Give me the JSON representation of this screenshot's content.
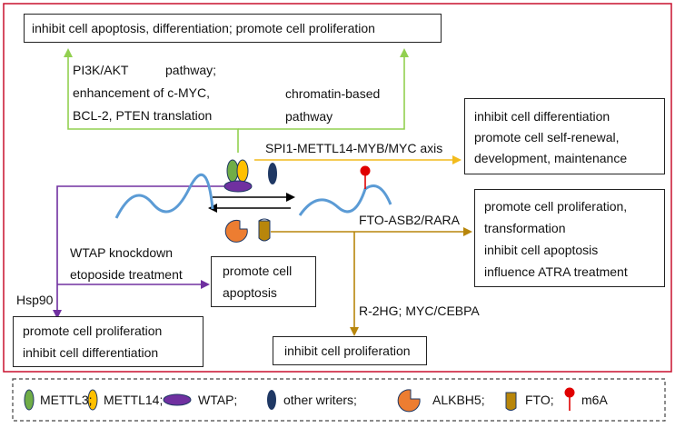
{
  "boxes": {
    "top": "inhibit cell apoptosis, differentiation; promote cell proliferation",
    "right_top": [
      "inhibit cell differentiation",
      "promote cell self-renewal,",
      "development, maintenance"
    ],
    "right_mid": [
      "promote cell proliferation,",
      "transformation",
      "inhibit cell apoptosis",
      "influence ATRA treatment"
    ],
    "apoptosis": [
      "promote cell",
      "apoptosis"
    ],
    "bottom_left": [
      "promote cell proliferation",
      "inhibit cell differentiation"
    ],
    "bottom_mid": "inhibit cell proliferation"
  },
  "labels": {
    "pi3k_1": "PI3K/AKT",
    "pi3k_2": "pathway;",
    "cmyc": "enhancement of c-MYC,",
    "bcl2": "BCL-2, PTEN translation",
    "chromatin_1": "chromatin-based",
    "chromatin_2": "pathway",
    "spi1": "SPI1-METTL14-MYB/MYC axis",
    "fto_asb2": "FTO-ASB2/RARA",
    "wtap_kd": "WTAP knockdown",
    "etoposide": "etoposide treatment",
    "hsp90": "Hsp90",
    "r2hg": "R-2HG; MYC/CEBPA"
  },
  "legend": {
    "mettl3": "METTL3;",
    "mettl14": "METTL14;",
    "wtap": "WTAP;",
    "other": "other writers;",
    "alkbh5": "ALKBH5;",
    "fto": "FTO;",
    "m6a": "m6A"
  },
  "colors": {
    "frame": "#c8102e",
    "green_arrow": "#92d050",
    "yellow_arrow": "#f2bb1d",
    "olive_arrow": "#b8860b",
    "purple_arrow": "#7030a0",
    "rna": "#5b9bd5",
    "mettl3": "#70ad47",
    "mettl14": "#ffc000",
    "wtap": "#7030a0",
    "other_writers": "#1f3864",
    "alkbh5": "#ed7d31",
    "fto": "#b8860b",
    "m6a": "#e00000"
  }
}
